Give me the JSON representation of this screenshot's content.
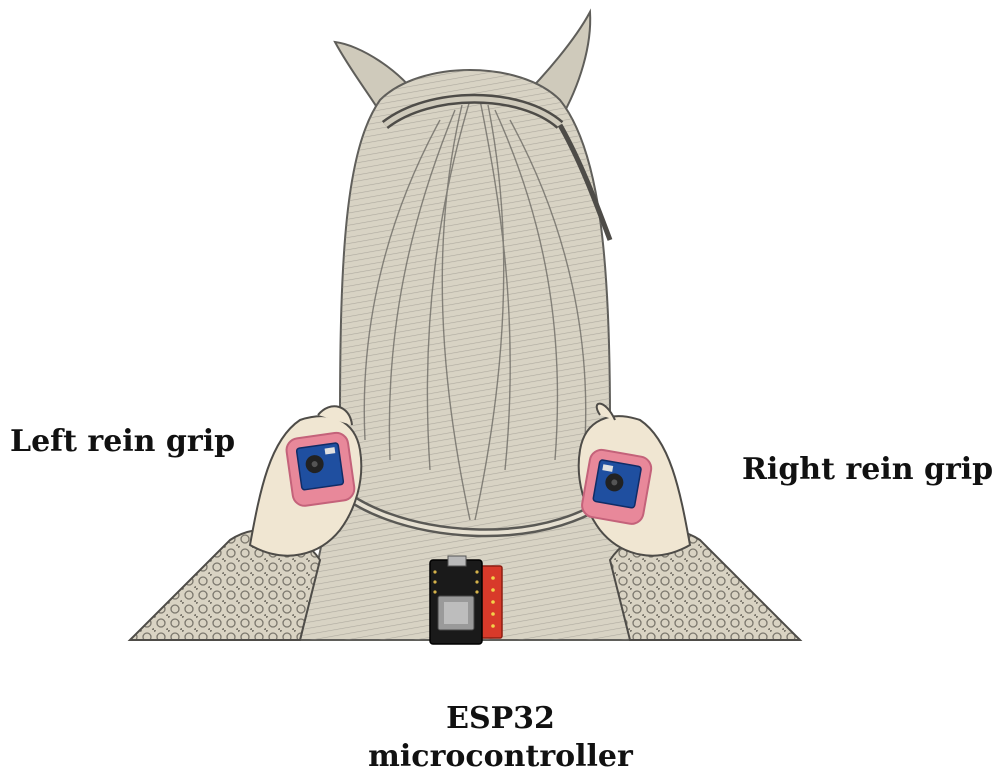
{
  "labels": {
    "left_grip": "Left rein grip",
    "right_grip": "Right rein grip",
    "controller_line1": "ESP32",
    "controller_line2": "microcontroller"
  },
  "colors": {
    "background": "#ffffff",
    "label_text": "#111111",
    "horse_fill": "#d8d3c4",
    "horse_line": "#6e6e6a",
    "hand_fill": "#f0e6d2",
    "sleeve_fill": "#c9c2b2",
    "grip_case": "#e8889a",
    "sensor_board": "#1f4fa0",
    "esp_board": "#1a1a1a",
    "esp_breakout": "#d83a2a"
  },
  "icons": {
    "horse": "horse-head-rear-view",
    "left_hand": "hand-icon",
    "right_hand": "hand-icon",
    "left_sensor": "vibration-motor-board-icon",
    "right_sensor": "vibration-motor-board-icon",
    "controller": "esp32-board-icon"
  }
}
